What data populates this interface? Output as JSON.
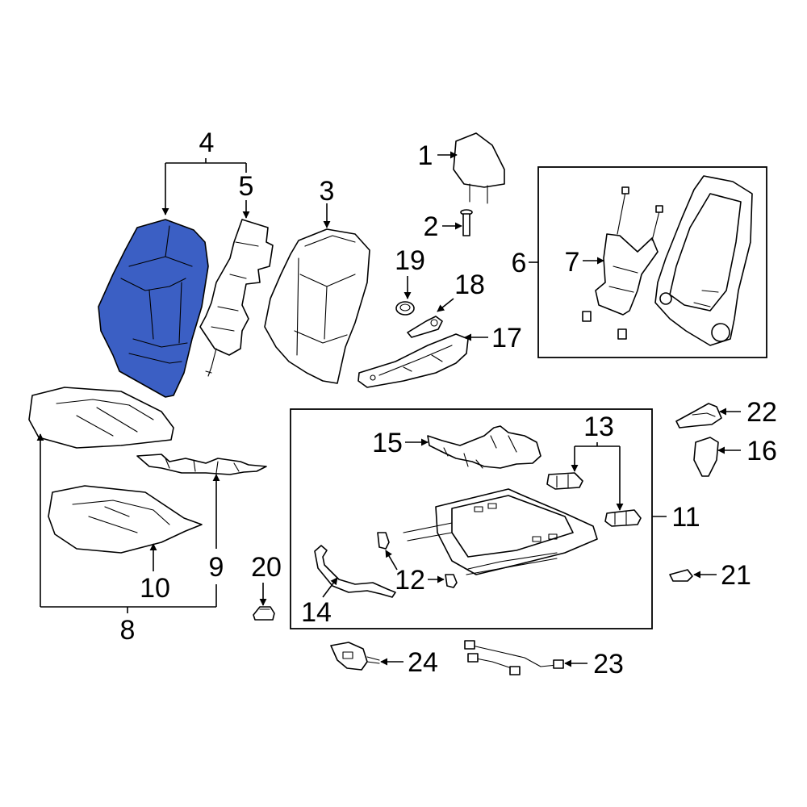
{
  "highlight_color": "#3b5fc4",
  "highlighted_callout": "4",
  "callouts": [
    {
      "id": "c1",
      "text": "1"
    },
    {
      "id": "c2",
      "text": "2"
    },
    {
      "id": "c3",
      "text": "3"
    },
    {
      "id": "c4",
      "text": "4"
    },
    {
      "id": "c5",
      "text": "5"
    },
    {
      "id": "c6",
      "text": "6"
    },
    {
      "id": "c7",
      "text": "7"
    },
    {
      "id": "c8",
      "text": "8"
    },
    {
      "id": "c9",
      "text": "9"
    },
    {
      "id": "c10",
      "text": "10"
    },
    {
      "id": "c11",
      "text": "11"
    },
    {
      "id": "c12",
      "text": "12"
    },
    {
      "id": "c13",
      "text": "13"
    },
    {
      "id": "c14",
      "text": "14"
    },
    {
      "id": "c15",
      "text": "15"
    },
    {
      "id": "c16",
      "text": "16"
    },
    {
      "id": "c17",
      "text": "17"
    },
    {
      "id": "c18",
      "text": "18"
    },
    {
      "id": "c19",
      "text": "19"
    },
    {
      "id": "c20",
      "text": "20"
    },
    {
      "id": "c21",
      "text": "21"
    },
    {
      "id": "c22",
      "text": "22"
    },
    {
      "id": "c23",
      "text": "23"
    },
    {
      "id": "c24",
      "text": "24"
    }
  ]
}
